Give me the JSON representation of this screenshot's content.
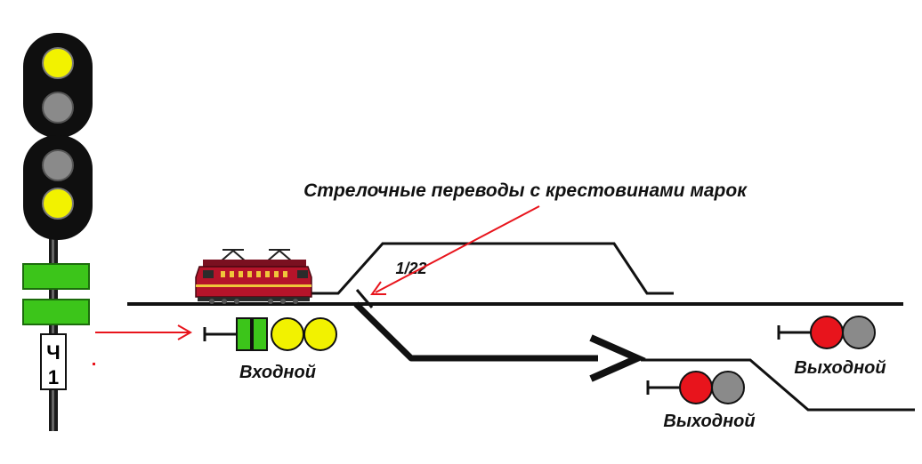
{
  "diagram": {
    "caption": "Стрелочные переводы с крестовинами марок",
    "switch_mark": "1/22",
    "signals": {
      "entry": {
        "label": "Входной",
        "lamps": [
          "yellow",
          "yellow"
        ],
        "stripes": 2
      },
      "exit_upper": {
        "label": "Выходной",
        "lamps": [
          "red",
          "gray"
        ]
      },
      "exit_lower": {
        "label": "Выходной",
        "lamps": [
          "red",
          "gray"
        ]
      }
    },
    "mast_signal": {
      "lamps": [
        "yellow",
        "gray",
        "gray",
        "yellow"
      ],
      "plate": [
        "Ч",
        "1"
      ]
    },
    "colors": {
      "track": "#111111",
      "pointer": "#e8141c",
      "lamp_yellow": "#f2f200",
      "lamp_red": "#e8141c",
      "lamp_gray": "#8a8a8a",
      "stripe_green": "#3cc51a",
      "locomotive": "#b5142a"
    },
    "icons": [
      "locomotive-icon",
      "route-arrow-icon",
      "pointer-arrow-icon"
    ]
  }
}
